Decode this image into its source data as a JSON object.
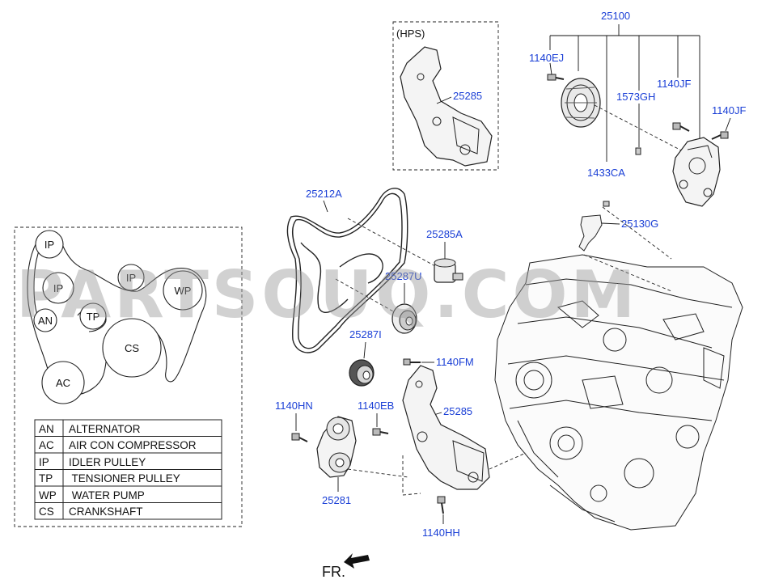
{
  "hps_label": "(HPS)",
  "part_numbers": {
    "p25100": "25100",
    "p1140EJ": "1140EJ",
    "p1573GH": "1573GH",
    "p1140JF_a": "1140JF",
    "p1140JF_b": "1140JF",
    "p25285_top": "25285",
    "p1433CA": "1433CA",
    "p25130G": "25130G",
    "p25212A": "25212A",
    "p25285A": "25285A",
    "p25287U": "25287U",
    "p25287I": "25287I",
    "p1140FM": "1140FM",
    "p1140HN": "1140HN",
    "p1140EB": "1140EB",
    "p25285_bot": "25285",
    "p25281": "25281",
    "p1140HH": "1140HH"
  },
  "belt_diagram": {
    "pulleys": [
      {
        "abbr": "IP"
      },
      {
        "abbr": "IP"
      },
      {
        "abbr": "IP"
      },
      {
        "abbr": "WP"
      },
      {
        "abbr": "AN"
      },
      {
        "abbr": "TP"
      },
      {
        "abbr": "CS"
      },
      {
        "abbr": "AC"
      }
    ]
  },
  "legend": [
    {
      "abbr": "AN",
      "name": "ALTERNATOR"
    },
    {
      "abbr": "AC",
      "name": "AIR CON COMPRESSOR"
    },
    {
      "abbr": "IP",
      "name": "IDLER PULLEY"
    },
    {
      "abbr": "TP",
      "name": " TENSIONER PULLEY"
    },
    {
      "abbr": "WP",
      "name": " WATER PUMP"
    },
    {
      "abbr": "CS",
      "name": "CRANKSHAFT"
    }
  ],
  "front_label": "FR.",
  "watermark": "PARTSOUQ.COM"
}
